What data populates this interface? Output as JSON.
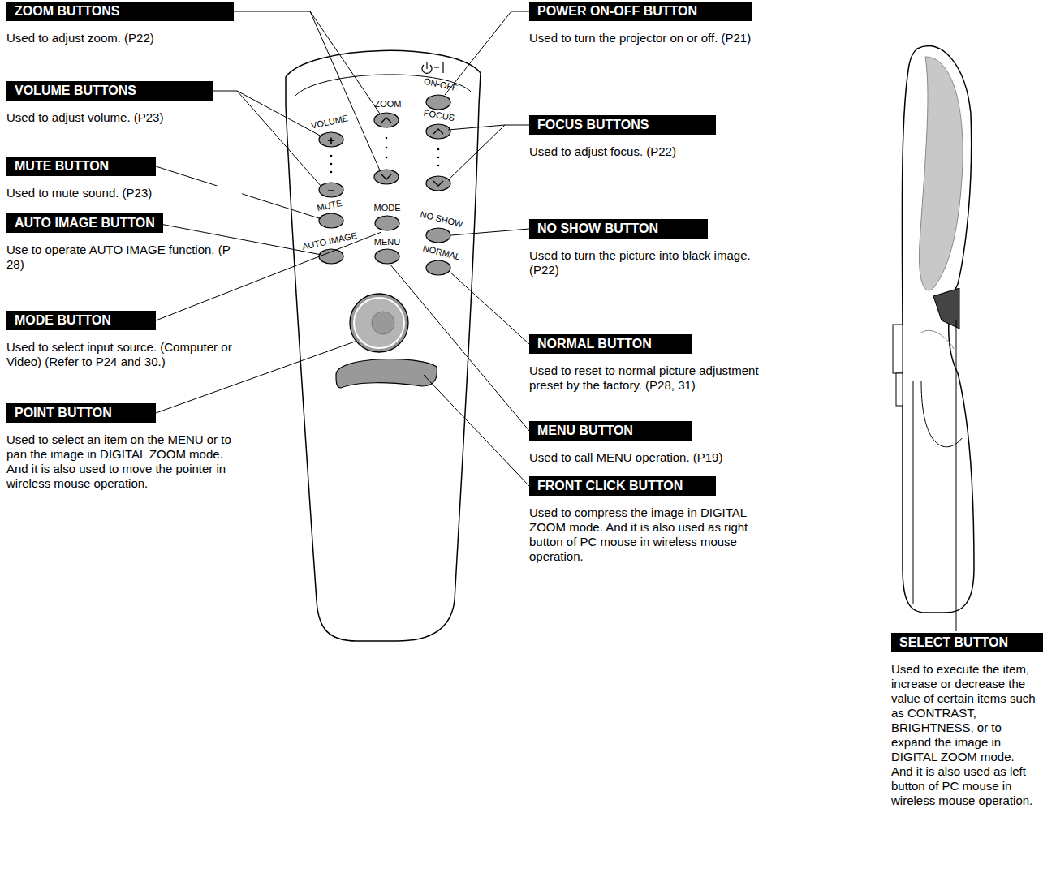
{
  "diagram": {
    "nodes": [
      {
        "text": [
          "ZOOM BUTTONS",
          "Used to adjust zoom. (P22)"
        ]
      },
      {
        "text": [
          "POWER ON-OFF BUTTON",
          "Used to turn the projector on or off. (P21)"
        ]
      },
      {
        "text": [
          "VOLUME BUTTONS",
          "Used to adjust volume. (P23)"
        ]
      },
      {
        "text": [
          "FOCUS BUTTONS",
          "Used to adjust focus. (P22)"
        ]
      },
      {
        "text": [
          "MUTE BUTTON",
          "Used to mute sound. (P23)"
        ]
      },
      {
        "text": [
          "NO SHOW BUTTON",
          "Used to turn the picture into black image. (P22)"
        ]
      },
      {
        "text": [
          "AUTO IMAGE BUTTON",
          "Use to operate AUTO IMAGE function. (P 28)"
        ]
      },
      {
        "text": [
          "NORMAL BUTTON",
          "Used to reset to normal picture adjustment preset by the factory. (P28, 31)"
        ]
      },
      {
        "text": [
          "MODE BUTTON",
          "Used to select input source. (Computer or Video) (Refer to P24 and 30.)"
        ]
      },
      {
        "text": [
          "MENU BUTTON",
          "Used to call MENU operation. (P19)"
        ]
      },
      {
        "text": [
          "POINT BUTTON",
          "Used to select an item on the MENU or to pan the image in DIGITAL ZOOM mode. And it is also used to move the pointer in wireless mouse operation."
        ]
      },
      {
        "text": [
          "FRONT CLICK BUTTON",
          "Used to compress the image in DIGITAL ZOOM mode. And it is also used as right button of PC mouse in wireless mouse operation."
        ]
      },
      {
        "text": [
          "SELECT BUTTON",
          "Used to execute the item, increase or decrease the value of certain items such as CONTRAST, BRIGHTNESS, or to expand the image in DIGITAL ZOOM mode. And it is also used as left button of PC mouse in wireless mouse operation."
        ]
      }
    ],
    "labels": [
      "VOLUME",
      "+",
      "−",
      "ZOOM",
      "ON-OFF",
      "FOCUS",
      "MUTE",
      "MODE",
      "NO SHOW",
      "AUTO IMAGE",
      "MENU",
      "NORMAL"
    ]
  }
}
